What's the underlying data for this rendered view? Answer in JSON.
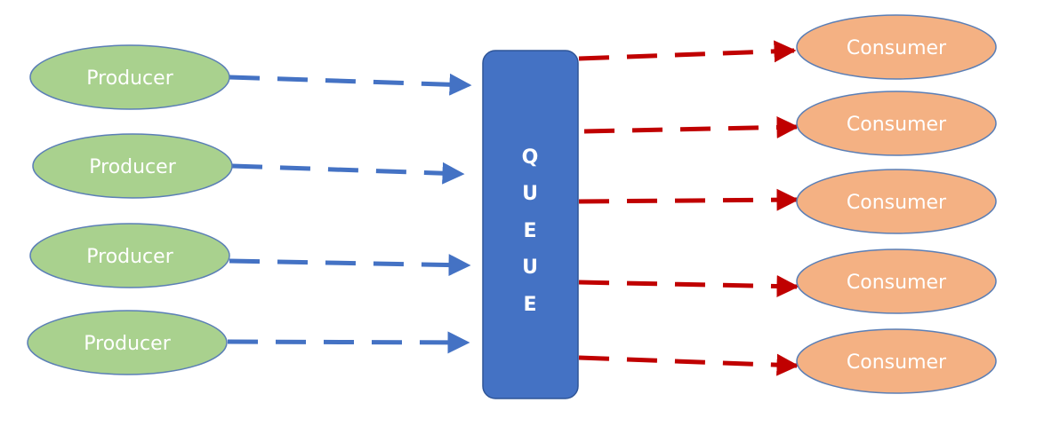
{
  "producers": [
    {
      "label": "Producer"
    },
    {
      "label": "Producer"
    },
    {
      "label": "Producer"
    },
    {
      "label": "Producer"
    }
  ],
  "queue": {
    "letters": [
      "Q",
      "U",
      "E",
      "U",
      "E"
    ]
  },
  "consumers": [
    {
      "label": "Consumer"
    },
    {
      "label": "Consumer"
    },
    {
      "label": "Consumer"
    },
    {
      "label": "Consumer"
    },
    {
      "label": "Consumer"
    }
  ],
  "colors": {
    "producer_fill": "#a9d18e",
    "producer_stroke": "#5b7fb6",
    "queue_fill": "#4472c4",
    "queue_stroke": "#2f5597",
    "consumer_fill": "#f4b183",
    "consumer_stroke": "#5b7fb6",
    "producer_arrow": "#4472c4",
    "consumer_arrow": "#c00000"
  }
}
